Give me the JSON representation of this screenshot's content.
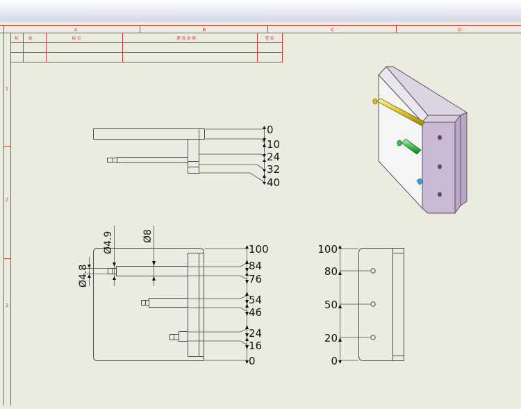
{
  "colors": {
    "background": "#ecebe0",
    "title_bar": "#dfe3ef",
    "frame": "#d23a3a",
    "drawing_line": "#4a4a4a",
    "dimension_text": "#111111",
    "plate_face": "#f3f3f3",
    "plate_side": "#cbb8d4",
    "pin_long": "#e0c22a",
    "pin_mid": "#3fbf4a",
    "pin_short": "#36a9d6"
  },
  "icons": {
    "view_3d": "isometric-mold-plate-icon"
  },
  "sheet": {
    "zone_columns": [
      "A",
      "B",
      "C",
      "D"
    ],
    "zone_rows": [
      "1",
      "2",
      "3"
    ],
    "revision_headers": [
      "标",
      "处",
      "标 记",
      "更 改 说 明",
      "签 名"
    ],
    "revision_header_short": [
      "签 名"
    ]
  },
  "top_view": {
    "ordinates": [
      "0",
      "10",
      "24",
      "32",
      "40"
    ]
  },
  "front_view": {
    "ordinates": [
      "100",
      "84",
      "76",
      "54",
      "46",
      "24",
      "16",
      "0"
    ],
    "diameters": [
      "Ø4.8",
      "Ø4.9",
      "Ø8"
    ]
  },
  "side_view": {
    "ordinates": [
      "100",
      "80",
      "50",
      "20",
      "0"
    ]
  }
}
